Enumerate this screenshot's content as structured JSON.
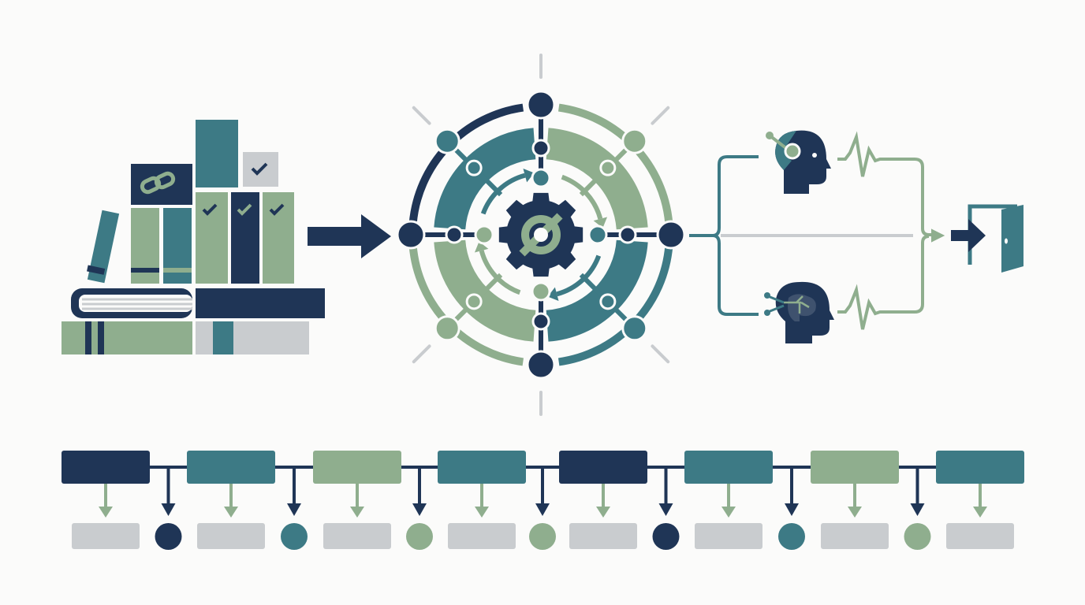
{
  "colors": {
    "navy": "#1f3556",
    "teal": "#3d7a85",
    "sage": "#8fae8e",
    "gray": "#c9cccf",
    "background": "#fbfbfa"
  },
  "icons": {
    "books": "book-stack-icon",
    "link": "chain-link-icon",
    "check": "checkmark-icon",
    "gear": "gear-icon",
    "headset_head": "headset-head-icon",
    "brain_head": "brain-head-icon",
    "signal": "waveform-icon",
    "exit": "exit-door-icon"
  },
  "timeline": {
    "stage_colors": [
      "navy",
      "teal",
      "sage",
      "teal",
      "navy",
      "teal",
      "sage",
      "teal"
    ],
    "node_colors": [
      "navy",
      "teal",
      "sage",
      "sage",
      "navy",
      "teal",
      "sage"
    ]
  }
}
